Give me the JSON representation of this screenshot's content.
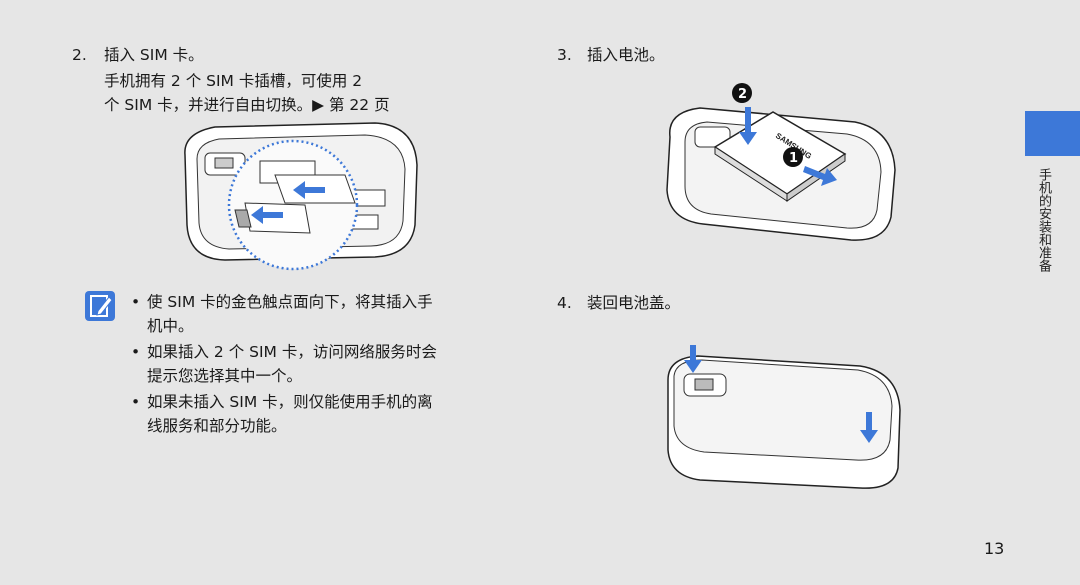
{
  "left": {
    "step2_num": "2.",
    "step2_title": "插入 SIM 卡。",
    "step2_desc_line1": "手机拥有 2 个 SIM 卡插槽，可使用 2",
    "step2_desc_line2": "个 SIM 卡，并进行自由切换。▶ 第 22 页"
  },
  "notes": [
    {
      "line1": "使 SIM 卡的金色触点面向下，将其插入手",
      "line2": "机中。"
    },
    {
      "line1": "如果插入 2 个 SIM 卡，访问网络服务时会",
      "line2": "提示您选择其中一个。"
    },
    {
      "line1": "如果未插入 SIM 卡，则仅能使用手机的离",
      "line2": "线服务和部分功能。"
    }
  ],
  "bullet": "•",
  "right": {
    "step3_num": "3.",
    "step3_title": "插入电池。",
    "step4_num": "4.",
    "step4_title": "装回电池盖。",
    "battery_brand": "SAMSUNG",
    "marker1": "➊",
    "marker2": "➋"
  },
  "sidebar": {
    "section_label": "手机的安装和准备"
  },
  "page_number": "13",
  "colors": {
    "accent": "#3d78d8",
    "background": "#e6e6e6"
  },
  "icons": {
    "note": "pencil-note-icon"
  }
}
